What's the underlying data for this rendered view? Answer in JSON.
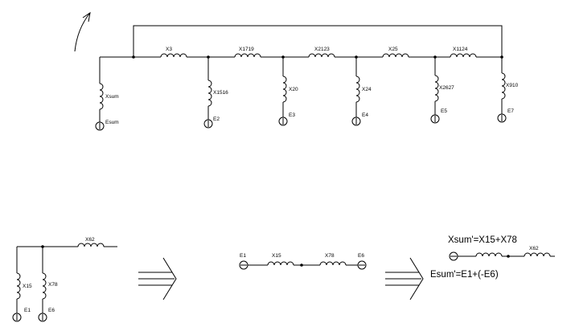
{
  "main_circuit": {
    "series_labels": [
      "X3",
      "X1719",
      "X2123",
      "X25",
      "X1124"
    ],
    "branch_reactances": [
      "Xsum",
      "X1516",
      "X20",
      "X24",
      "X2627",
      "X910"
    ],
    "branch_sources": [
      "Esum",
      "E2",
      "E3",
      "E4",
      "E5",
      "E7"
    ]
  },
  "step1": {
    "top_reactance": "X62",
    "left_reactance": "X15",
    "mid_reactance": "X78",
    "left_source": "E1",
    "mid_source": "E6"
  },
  "step2": {
    "left_source": "E1",
    "left_reactance": "X15",
    "right_reactance": "X78",
    "right_source": "E6"
  },
  "step3": {
    "formula_x": "Xsum'=X15+X78",
    "formula_e": "Esum'=E1+(-E6)",
    "reactance": "X62"
  }
}
